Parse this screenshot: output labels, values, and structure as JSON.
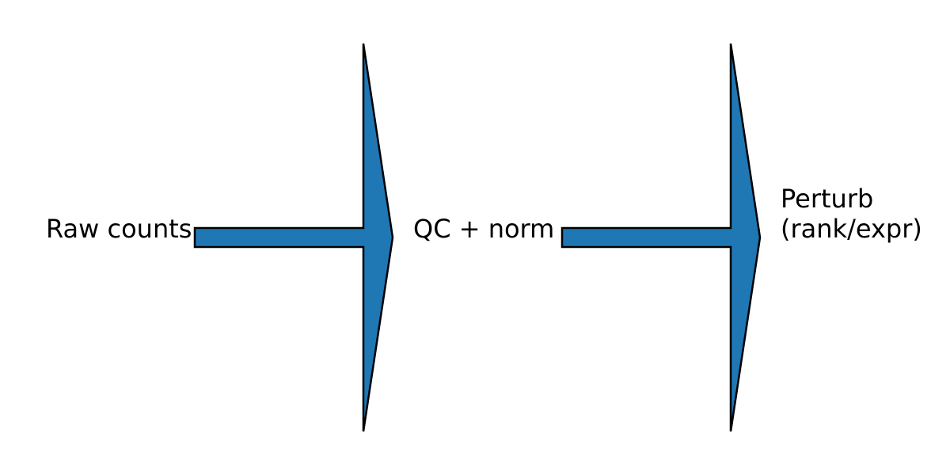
{
  "diagram": {
    "stages": [
      {
        "id": "raw",
        "label": "Raw counts"
      },
      {
        "id": "qc",
        "label": "QC + norm"
      },
      {
        "id": "perturb",
        "label_lines": [
          "Perturb",
          "(rank/expr)"
        ]
      }
    ],
    "connections": [
      {
        "from": "raw",
        "to": "qc"
      },
      {
        "from": "qc",
        "to": "perturb"
      }
    ],
    "colors": {
      "arrow_fill": "#1f77b4",
      "arrow_stroke": "#000000",
      "text": "#000000",
      "background": "#ffffff"
    }
  }
}
